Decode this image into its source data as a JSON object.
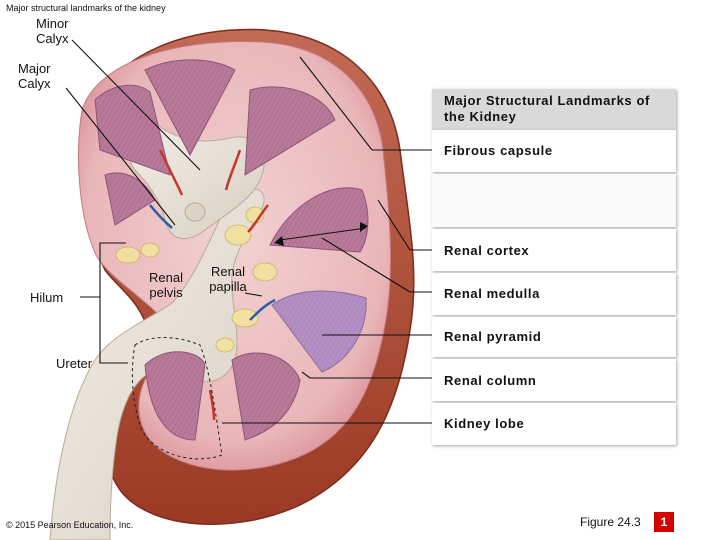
{
  "header": {
    "caption": "Major structural landmarks of the kidney"
  },
  "diagram_labels": {
    "minor_calyx": "Minor Calyx",
    "major_calyx": "Major Calyx",
    "hilum": "Hilum",
    "renal_pelvis": "Renal pelvis",
    "renal_papilla": "Renal papilla",
    "ureter": "Ureter"
  },
  "panel": {
    "title": "Major Structural Landmarks of the Kidney",
    "items": [
      "Fibrous capsule",
      "Renal cortex",
      "Renal medulla",
      "Renal pyramid",
      "Renal column",
      "Kidney lobe"
    ]
  },
  "footer": {
    "copyright": "© 2015 Pearson Education, Inc.",
    "figure": "Figure 24.3",
    "slide_number": "1"
  },
  "colors": {
    "cortex": "#e8b4b8",
    "pyramid": "#b97a9a",
    "highlight_pyramid": "#b48fc4",
    "pelvis": "#ece6dc",
    "capsule": "#a8402a",
    "badge": "#d40000"
  }
}
